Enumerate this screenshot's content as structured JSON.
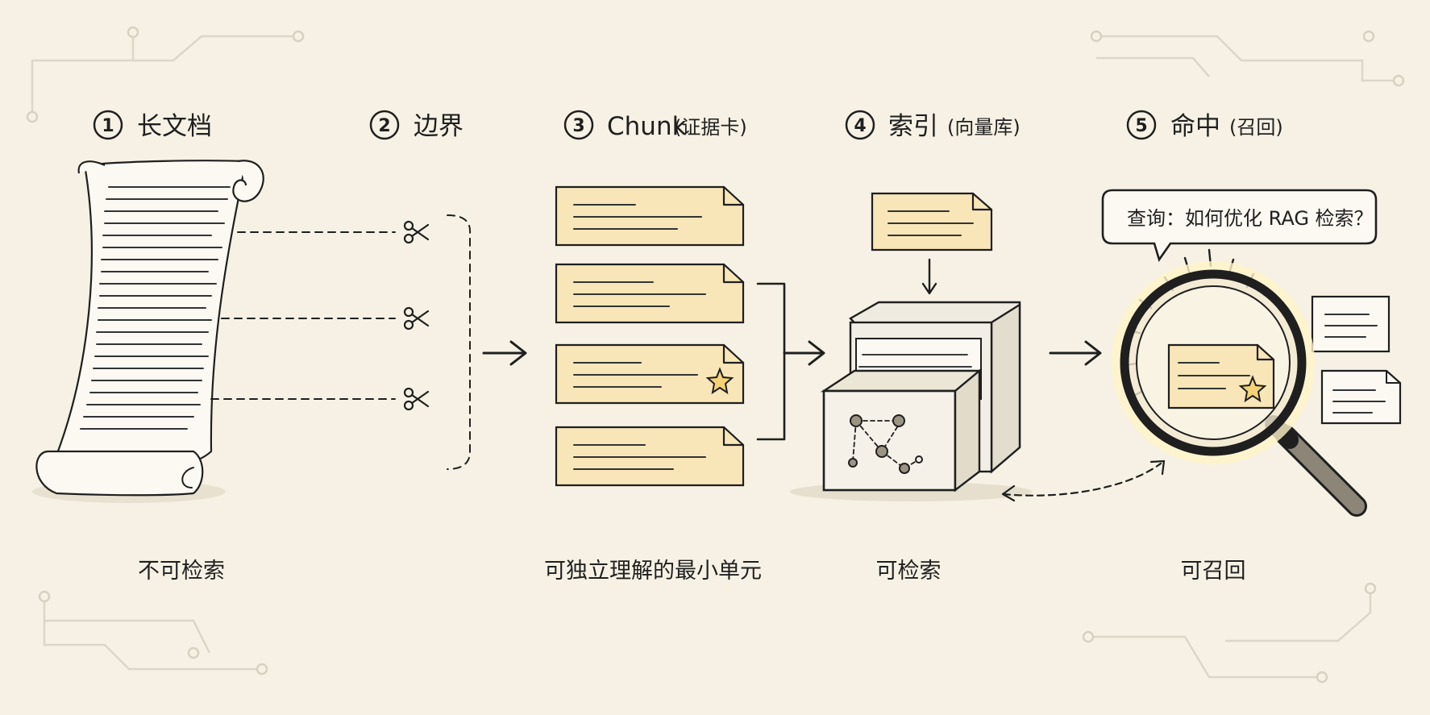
{
  "steps": [
    {
      "num": "1",
      "title": "长文档",
      "sub": ""
    },
    {
      "num": "2",
      "title": "边界",
      "sub": ""
    },
    {
      "num": "3",
      "title": "Chunk",
      "sub": "(证据卡)"
    },
    {
      "num": "4",
      "title": "索引",
      "sub": "(向量库)"
    },
    {
      "num": "5",
      "title": "命中",
      "sub": "(召回)"
    }
  ],
  "captions": {
    "doc": "不可检索",
    "chunk": "可独立理解的最小单元",
    "index": "可检索",
    "hit": "可召回"
  },
  "query_bubble": "查询：如何优化 RAG 检索？",
  "colors": {
    "background": "#f6f1e4",
    "card": "#f8e6b8",
    "ink": "#1f1f1f"
  },
  "icons": [
    "scroll-icon",
    "scissors-icon",
    "star-icon",
    "cabinet-icon",
    "magnifier-icon"
  ]
}
